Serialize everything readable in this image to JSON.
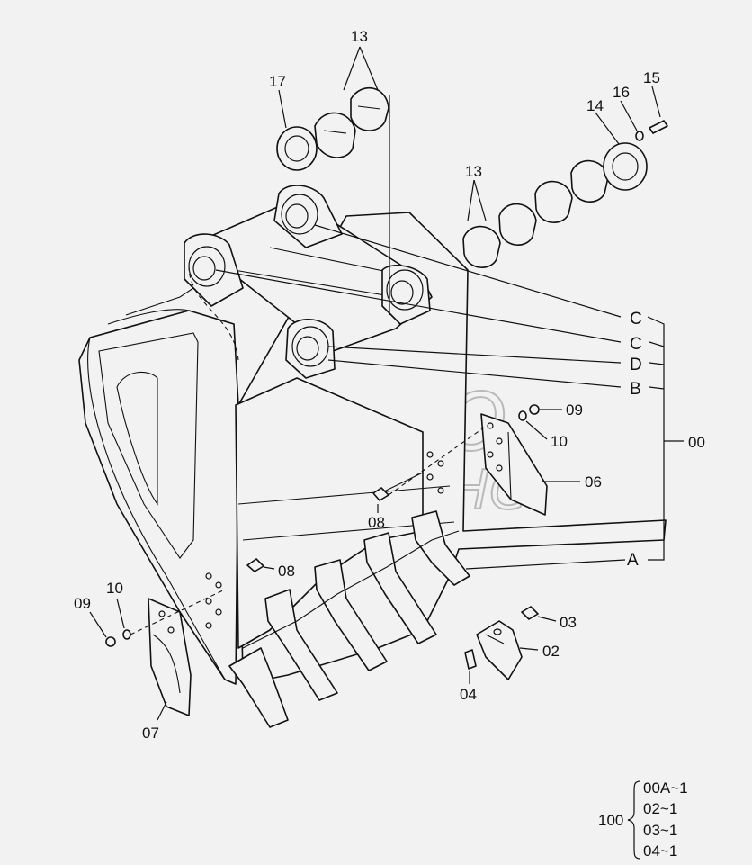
{
  "watermark": {
    "line1": "АВТО",
    "line2": "АЛЬЯНС"
  },
  "callouts": [
    {
      "id": "c13a",
      "text": "13"
    },
    {
      "id": "c17",
      "text": "17"
    },
    {
      "id": "c15",
      "text": "15"
    },
    {
      "id": "c16",
      "text": "16"
    },
    {
      "id": "c14",
      "text": "14"
    },
    {
      "id": "c13b",
      "text": "13"
    },
    {
      "id": "c09a",
      "text": "09"
    },
    {
      "id": "c10a",
      "text": "10"
    },
    {
      "id": "c06",
      "text": "06"
    },
    {
      "id": "c08a",
      "text": "08"
    },
    {
      "id": "c08b",
      "text": "08"
    },
    {
      "id": "c10b",
      "text": "10"
    },
    {
      "id": "c09b",
      "text": "09"
    },
    {
      "id": "c07",
      "text": "07"
    },
    {
      "id": "c03",
      "text": "03"
    },
    {
      "id": "c02",
      "text": "02"
    },
    {
      "id": "c04",
      "text": "04"
    },
    {
      "id": "c00",
      "text": "00"
    }
  ],
  "assembly_points": [
    {
      "id": "C1",
      "text": "C"
    },
    {
      "id": "C2",
      "text": "C"
    },
    {
      "id": "D",
      "text": "D"
    },
    {
      "id": "B",
      "text": "B"
    },
    {
      "id": "A",
      "text": "A"
    }
  ],
  "kit": {
    "number": "100",
    "items": [
      "00A~1",
      "02~1",
      "03~1",
      "04~1"
    ]
  }
}
